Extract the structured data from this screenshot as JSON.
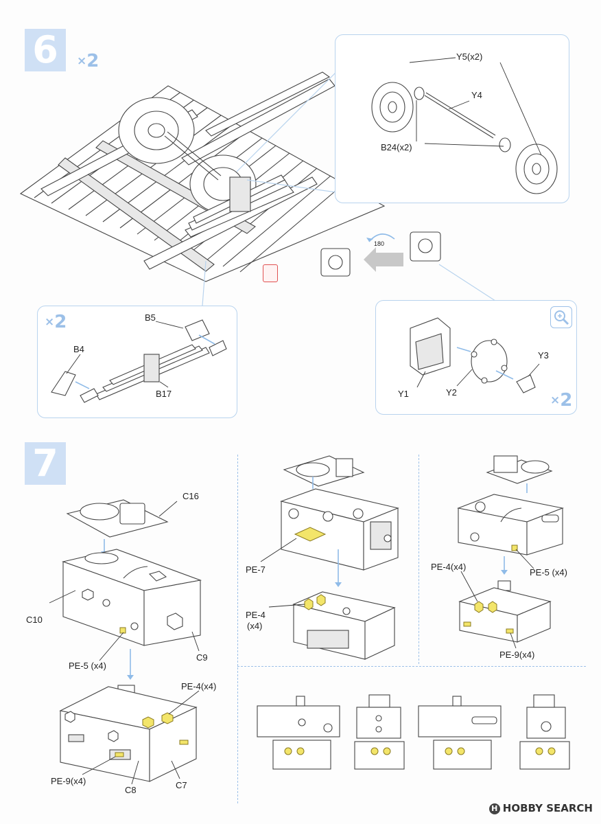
{
  "step6": {
    "number": "6",
    "multiplier": "2",
    "wheel_callout": {
      "labels": {
        "y5": "Y5(x2)",
        "y4": "Y4",
        "b24": "B24(x2)"
      }
    },
    "rotate_label": "180",
    "spring_callout": {
      "multiplier": "2",
      "labels": {
        "b5": "B5",
        "b4": "B4",
        "b17": "B17"
      }
    },
    "axlebox_callout": {
      "multiplier": "2",
      "labels": {
        "y1": "Y1",
        "y2": "Y2",
        "y3": "Y3"
      }
    }
  },
  "step7": {
    "number": "7",
    "main": {
      "labels": {
        "c16": "C16",
        "c10": "C10",
        "c9": "C9",
        "pe5": "PE-5 (x4)",
        "pe4": "PE-4(x4)",
        "pe9": "PE-9(x4)",
        "c8": "C8",
        "c7": "C7"
      }
    },
    "middle": {
      "labels": {
        "pe7": "PE-7",
        "pe4a": "PE-4",
        "pe4b": "(x4)"
      }
    },
    "right": {
      "labels": {
        "pe4": "PE-4(x4)",
        "pe5": "PE-5 (x4)",
        "pe9": "PE-9(x4)"
      }
    }
  },
  "watermark": {
    "brand": "HOBBY SEARCH"
  },
  "colors": {
    "accent": "#9cc0e8",
    "badge": "#cfe0f5",
    "photo_etch": "#f3e56a"
  },
  "icons": [
    "magnifier-icon",
    "no-glue-icon",
    "rotate-arrow-icon"
  ]
}
